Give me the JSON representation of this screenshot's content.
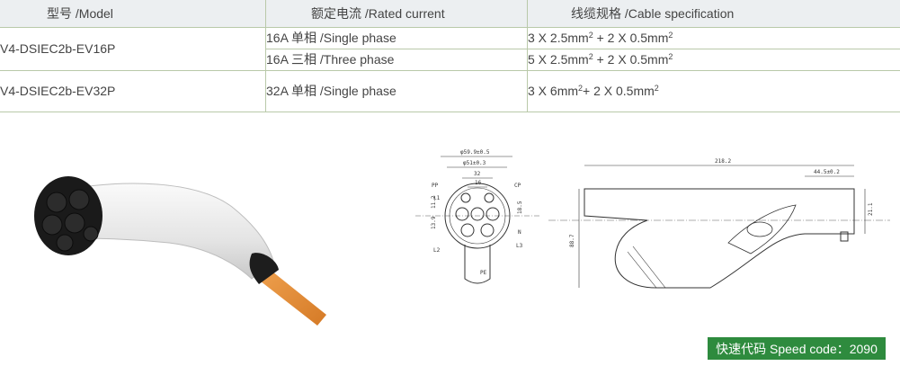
{
  "table": {
    "headers": {
      "model": "型号 /Model",
      "rated_current": "额定电流 /Rated current",
      "cable_spec": "线缆规格 /Cable specification"
    },
    "rows": [
      {
        "model": "V4-DSIEC2b-EV16P",
        "sub": [
          {
            "current": "16A 单相 /Single phase",
            "cable_pre": "3 X 2.5mm",
            "cable_mid": " + 2 X 0.5mm"
          },
          {
            "current": "16A 三相 /Three phase",
            "cable_pre": "5 X 2.5mm",
            "cable_mid": " + 2 X 0.5mm"
          }
        ]
      },
      {
        "model": "V4-DSIEC2b-EV32P",
        "sub": [
          {
            "current": "32A 单相 /Single phase",
            "cable_pre": "3 X 6mm",
            "cable_mid": "+ 2 X 0.5mm"
          }
        ]
      }
    ]
  },
  "drawing": {
    "front": {
      "dim_outer": "φ59.9±0.5",
      "dim_inner": "φ51±0.3",
      "dim_32": "32",
      "dim_16": "16",
      "dim_left": "13.9",
      "dim_left2": "11.2",
      "dim_right": "18.5",
      "pins": {
        "pp": "PP",
        "cp": "CP",
        "l1": "L1",
        "l2": "L2",
        "l3": "L3",
        "n": "N",
        "pe": "PE"
      }
    },
    "side": {
      "dim_length": "218.2",
      "dim_rear": "44.5±0.2",
      "dim_height": "88.7",
      "dim_right": "21.1"
    }
  },
  "badge": {
    "speed_code": "快速代码 Speed code：2090"
  },
  "colors": {
    "accent_green": "#2e8b3e",
    "header_bg": "#eceff1",
    "cable_orange": "#e8913a"
  }
}
